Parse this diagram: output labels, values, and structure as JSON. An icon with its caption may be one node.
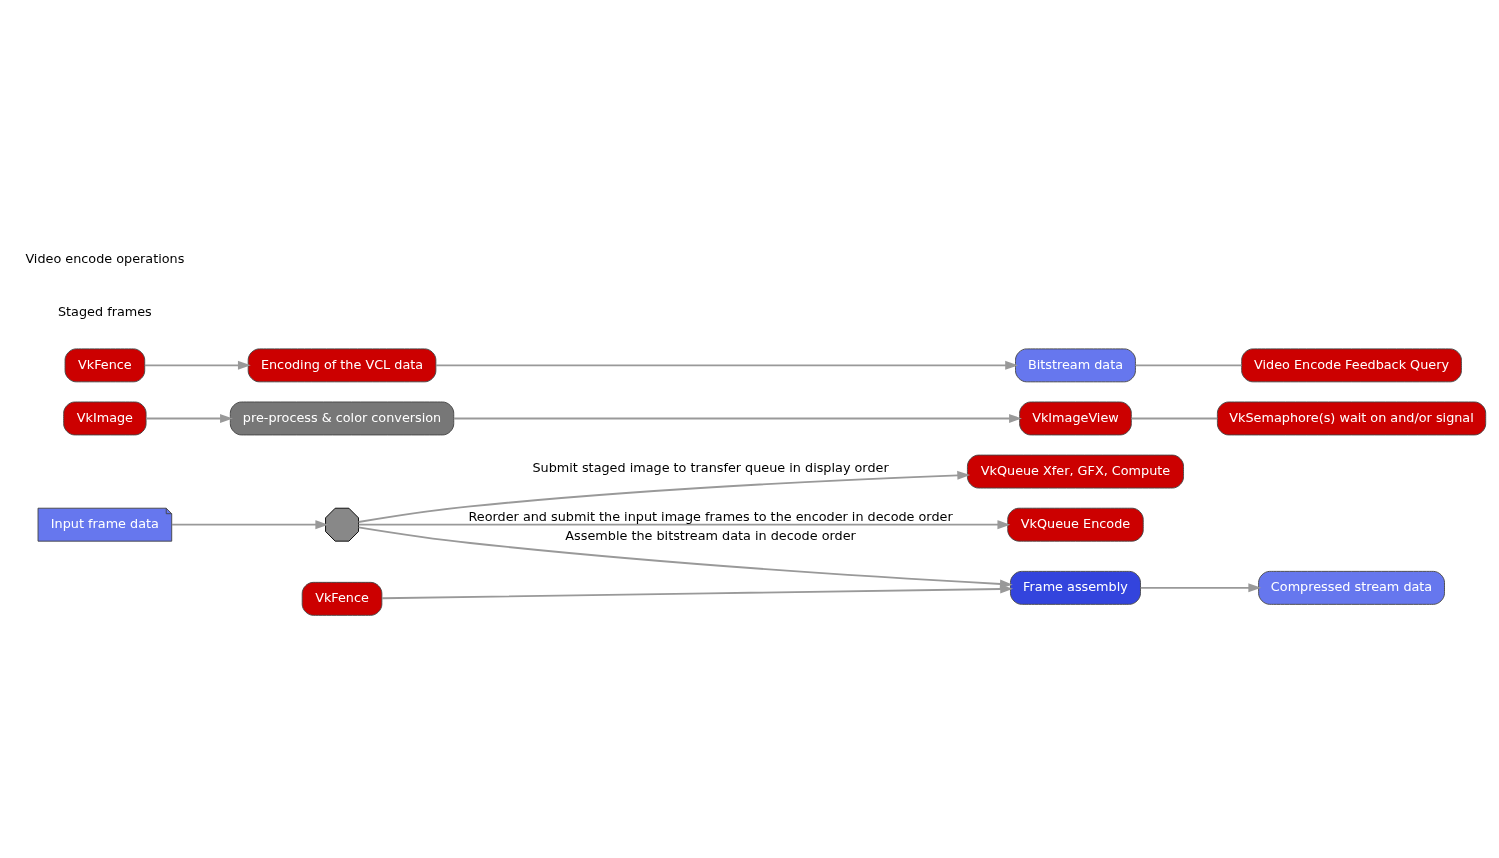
{
  "diagram": {
    "nodes": [
      {
        "text": [
          "Input frame data"
        ]
      },
      {
        "text": [],
        "shape": "octagon"
      },
      {
        "text": [
          "VkQueue Xfer, GFX, Compute"
        ]
      },
      {
        "text": [
          "VkImage"
        ]
      },
      {
        "text": [
          "pre-process & color conversion"
        ]
      },
      {
        "text": [
          "VkImageView"
        ]
      },
      {
        "text": [
          "VkSemaphore(s) wait on and/or signal"
        ]
      },
      {
        "text": [
          "VkFence"
        ]
      },
      {
        "text": [
          "VkQueue Encode"
        ]
      },
      {
        "text": [
          "Encoding of the VCL data"
        ]
      },
      {
        "text": [
          "Bitstream data"
        ]
      },
      {
        "text": [
          "Video Encode Feedback Query"
        ]
      },
      {
        "text": [
          "VkFence"
        ]
      },
      {
        "text": [
          "Frame assembly"
        ]
      },
      {
        "text": [
          "Compressed stream data"
        ]
      }
    ],
    "edges": [
      {
        "from": 0,
        "to": 1,
        "arrow": "to"
      },
      {
        "from": 1,
        "to": 2,
        "arrow": "to",
        "label": "Submit staged image to transfer queue in display order"
      },
      {
        "from": 1,
        "to": 8,
        "arrow": "to",
        "label": "Reorder and submit the input image frames to the encoder in decode order"
      },
      {
        "from": 1,
        "to": 13,
        "arrow": "to",
        "label": "Assemble the bitstream data in decode order"
      },
      {
        "from": 3,
        "to": 4,
        "arrow": "to"
      },
      {
        "from": 4,
        "to": 5,
        "arrow": "to"
      },
      {
        "from": 5,
        "to": 6,
        "arrow": "none"
      },
      {
        "from": 7,
        "to": 9,
        "arrow": "to"
      },
      {
        "from": 9,
        "to": 10,
        "arrow": "to"
      },
      {
        "from": 10,
        "to": 11,
        "arrow": "none"
      },
      {
        "from": 12,
        "to": 13,
        "arrow": "to"
      },
      {
        "from": 13,
        "to": 14,
        "arrow": "to"
      }
    ],
    "labels": [
      "Staged frames",
      "Video encode operations"
    ]
  }
}
